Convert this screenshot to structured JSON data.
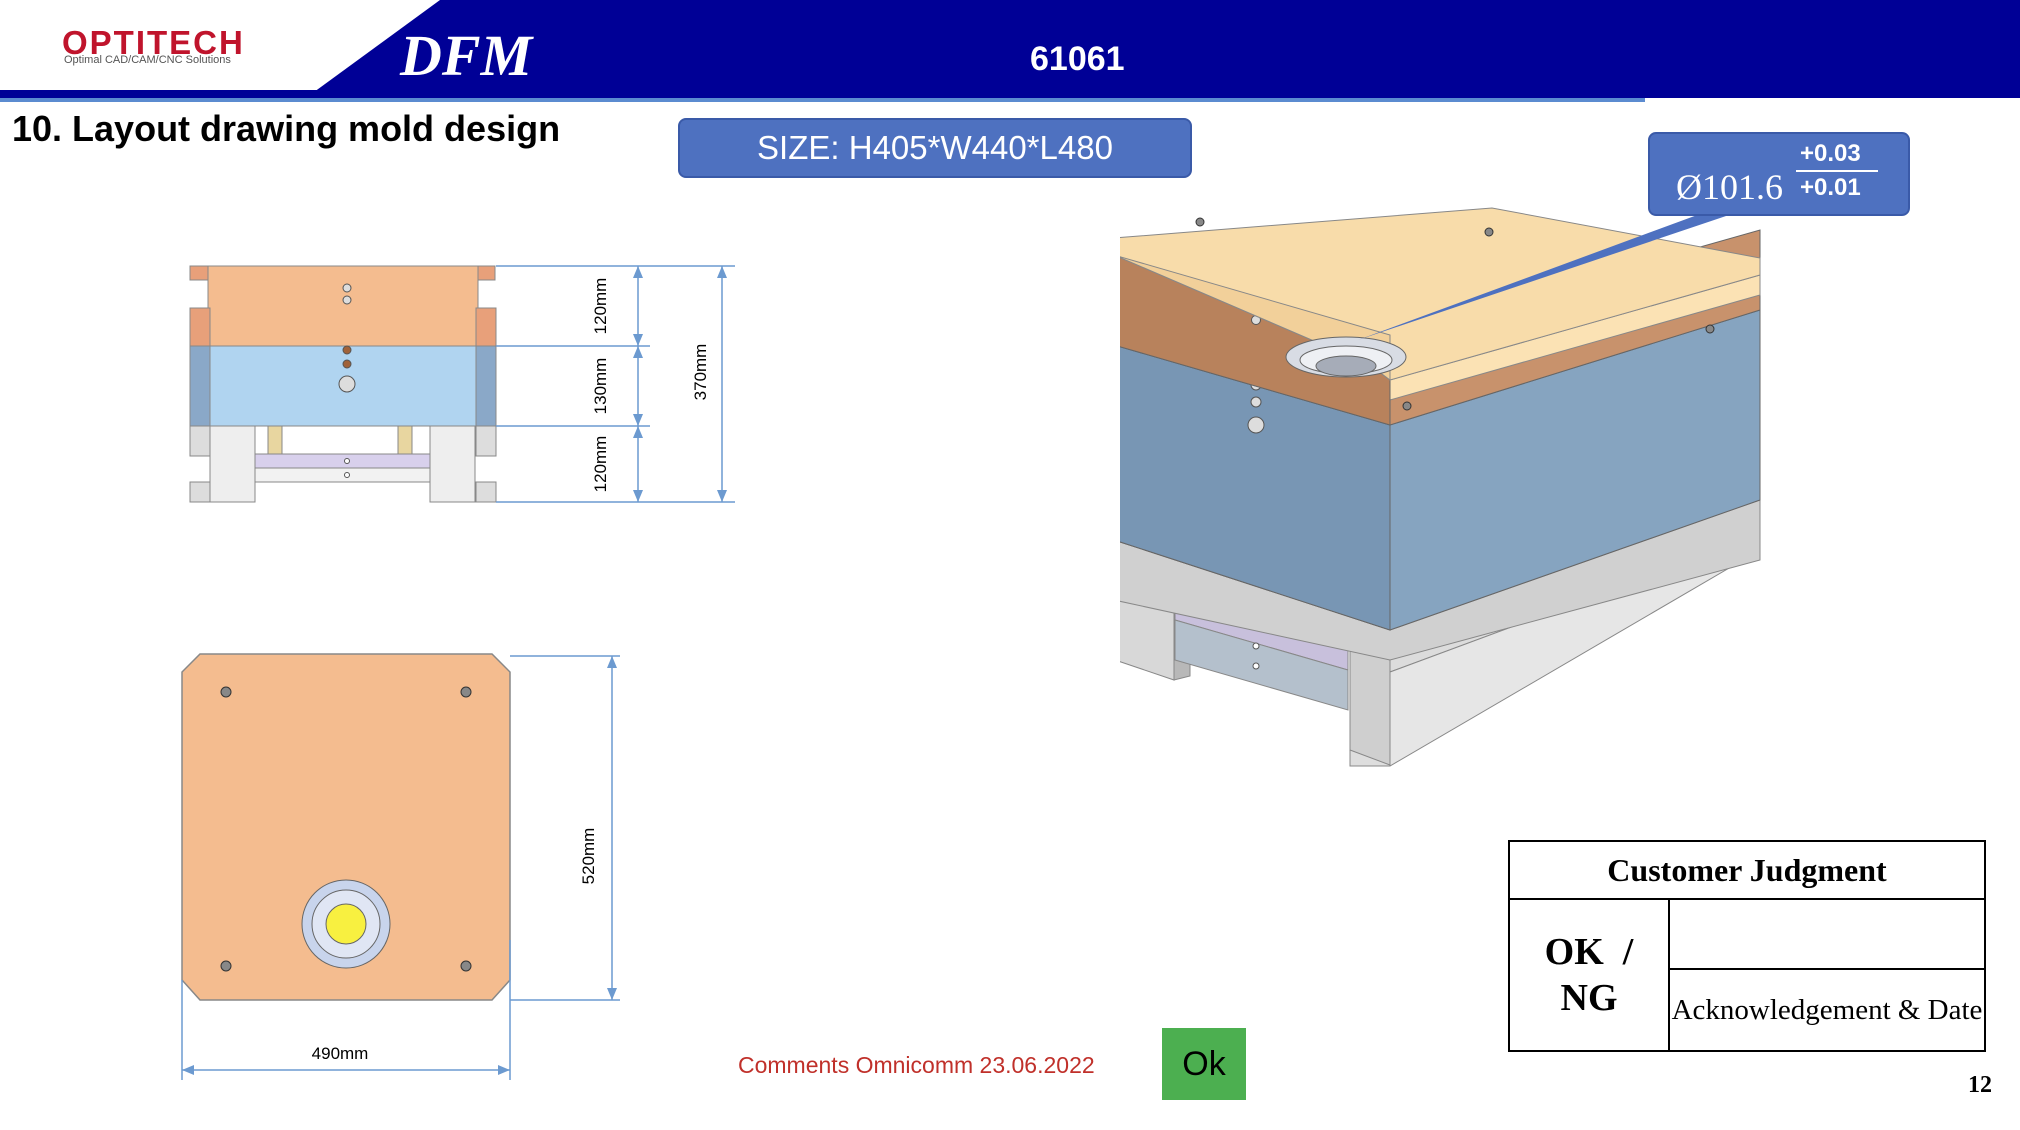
{
  "header": {
    "logo_text": "OPTITECH",
    "logo_sub": "Optimal CAD/CAM/CNC Solutions",
    "title": "DFM",
    "code": "61061"
  },
  "page_title": "10. Layout drawing mold design",
  "size_label": "SIZE: H405*W440*L480",
  "callout": {
    "diameter": "Ø101.6",
    "tol_upper": "+0.03",
    "tol_lower": "+0.01"
  },
  "dimensions": {
    "top_plate": "120mm",
    "middle_plate": "130mm",
    "bottom_plate": "120mm",
    "total_height": "370mm",
    "plan_height": "520mm",
    "plan_width": "490mm"
  },
  "judgment": {
    "header": "Customer Judgment",
    "ok_ng_line1": "OK  /",
    "ok_ng_line2": "NG",
    "ack": "Acknowledgement & Date"
  },
  "comments": "Comments Omnicomm 23.06.2022",
  "ok_label": "Ok",
  "page_number": "12",
  "colors": {
    "header_band": "#000096",
    "callout_fill": "#4e71c0",
    "comment_red": "#c0302a",
    "ok_green": "#4caf50",
    "plate_orange": "#f4bc8f",
    "plate_blue": "#b0d4f0"
  }
}
